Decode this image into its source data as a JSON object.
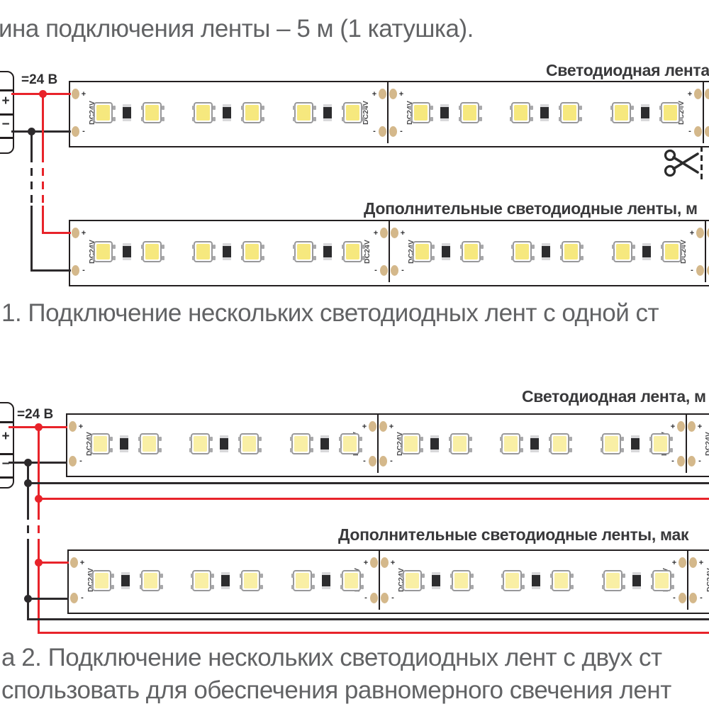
{
  "page": {
    "title": "ина подключения ленты – 5 м (1 катушка).",
    "title_color": "#626365",
    "label_color": "#39393b"
  },
  "psu": {
    "voltage": "=24 В",
    "plus": "+",
    "minus": "−"
  },
  "strip": {
    "voltage_label": "DC24V",
    "plus": "+",
    "minus": "-"
  },
  "colors": {
    "wire_red": "#e8232a",
    "wire_black": "#2d2a2c",
    "strip_border": "#231f20",
    "pad": "#d4b88b",
    "led_border": "#98989a",
    "resistor_body": "#2c2c2e",
    "resistor_cap": "#d8d8da",
    "dc24v_text": "#4b4b4d"
  },
  "diagram1": {
    "strip1_label": "Светодиодная лента",
    "strip2_label": "Дополнительные светодиодные ленты, м",
    "caption": "1. Подключение нескольких светодиодных лент с одной ст",
    "led_color": "#f6e87e"
  },
  "diagram2": {
    "strip1_label": "Светодиодная лента, м",
    "strip2_label": "Дополнительные светодиодные ленты, мак",
    "caption_line1": "а 2. Подключение нескольких светодиодных лент с двух ст",
    "caption_line2": "спользовать для обеспечения равномерного свечения лент",
    "led_color": "#f9efa5"
  }
}
